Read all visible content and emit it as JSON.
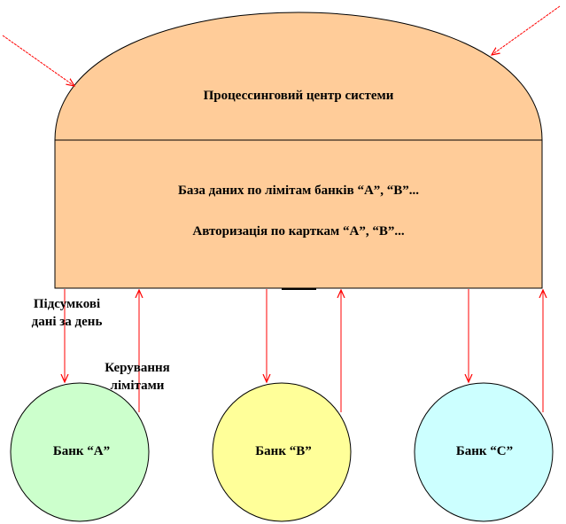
{
  "diagram": {
    "center": {
      "title": "Процессинговий центр системи",
      "database_line": "База даних по лімітам банків “А”, “В”...",
      "authorization_line": "Авторизація по карткам “А”, “В”..."
    },
    "flow_labels": {
      "daily_totals_line1": "Підсумкові",
      "daily_totals_line2": "дані за день",
      "limit_control_line1": "Керування",
      "limit_control_line2": "лімітами"
    },
    "banks": [
      {
        "label": "Банк “А”",
        "color": "#ccffcc"
      },
      {
        "label": "Банк “В”",
        "color": "#ffff99"
      },
      {
        "label": "Банк “С”",
        "color": "#ccffff"
      }
    ],
    "colors": {
      "center_fill": "#ffcc99",
      "arrow": "#ff0000",
      "outline": "#000000"
    }
  }
}
